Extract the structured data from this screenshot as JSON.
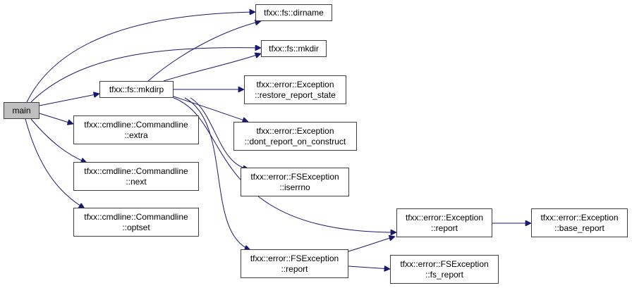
{
  "diagram": {
    "edge_color": "#191970",
    "node_border_color": "#404040",
    "root_fill_color": "#bfbfbf",
    "nodes": {
      "main": {
        "lines": [
          "main"
        ]
      },
      "mkdirp": {
        "lines": [
          "tfxx::fs::mkdirp"
        ]
      },
      "dirname": {
        "lines": [
          "tfxx::fs::dirname"
        ]
      },
      "mkdir": {
        "lines": [
          "tfxx::fs::mkdir"
        ]
      },
      "restore": {
        "lines": [
          "tfxx::error::Exception",
          "::restore_report_state"
        ]
      },
      "dont_report": {
        "lines": [
          "tfxx::error::Exception",
          "::dont_report_on_construct"
        ]
      },
      "iserrno": {
        "lines": [
          "tfxx::error::FSException",
          "::iserrno"
        ]
      },
      "extra": {
        "lines": [
          "tfxx::cmdline::Commandline",
          "::extra"
        ]
      },
      "next": {
        "lines": [
          "tfxx::cmdline::Commandline",
          "::next"
        ]
      },
      "optset": {
        "lines": [
          "tfxx::cmdline::Commandline",
          "::optset"
        ]
      },
      "exc_report": {
        "lines": [
          "tfxx::error::Exception",
          "::report"
        ]
      },
      "base_report": {
        "lines": [
          "tfxx::error::Exception",
          "::base_report"
        ]
      },
      "fsexc_report": {
        "lines": [
          "tfxx::error::FSException",
          "::report"
        ]
      },
      "fs_report": {
        "lines": [
          "tfxx::error::FSException",
          "::fs_report"
        ]
      }
    },
    "edges": [
      [
        "main",
        "dirname"
      ],
      [
        "main",
        "mkdir"
      ],
      [
        "main",
        "mkdirp"
      ],
      [
        "main",
        "extra"
      ],
      [
        "main",
        "next"
      ],
      [
        "main",
        "optset"
      ],
      [
        "mkdirp",
        "dirname"
      ],
      [
        "mkdirp",
        "mkdir"
      ],
      [
        "mkdirp",
        "restore"
      ],
      [
        "mkdirp",
        "dont_report"
      ],
      [
        "mkdirp",
        "iserrno"
      ],
      [
        "mkdirp",
        "exc_report"
      ],
      [
        "mkdirp",
        "fsexc_report"
      ],
      [
        "exc_report",
        "base_report"
      ],
      [
        "fsexc_report",
        "exc_report"
      ],
      [
        "fsexc_report",
        "fs_report"
      ]
    ]
  }
}
